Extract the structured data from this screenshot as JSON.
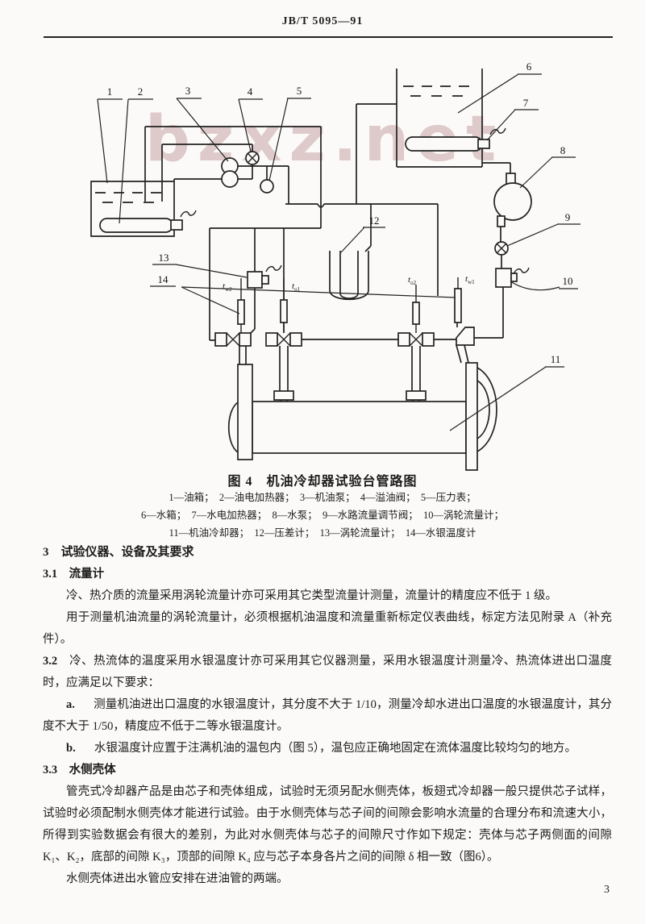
{
  "header": {
    "standard_code": "JB/T 5095—91"
  },
  "watermark": {
    "text": "bzxz.net"
  },
  "figure": {
    "caption": "图 4　机油冷却器试验台管路图",
    "legend_lines": [
      "1—油箱；　2—油电加热器；　3—机油泵；　4—溢油阀；　5—压力表；",
      "6—水箱；　7—水电加热器；　8—水泵；　9—水路流量调节阀；　10—涡轮流量计；",
      "11—机油冷却器；　12—压差计；　13—涡轮流量计；　14—水银温度计"
    ],
    "callouts": [
      "1",
      "2",
      "3",
      "4",
      "5",
      "6",
      "7",
      "8",
      "9",
      "10",
      "11",
      "12",
      "13",
      "14"
    ],
    "sensors": [
      {
        "symbol": "t",
        "sub": "w2"
      },
      {
        "symbol": "t",
        "sub": "o1"
      },
      {
        "symbol": "t",
        "sub": "o2"
      },
      {
        "symbol": "t",
        "sub": "w1"
      }
    ]
  },
  "sections": {
    "s3": {
      "number": "3",
      "title": "试验仪器、设备及其要求"
    },
    "s31": {
      "number": "3.1",
      "title": "流量计",
      "p1": "冷、热介质的流量采用涡轮流量计亦可采用其它类型流量计测量，流量计的精度应不低于 1 级。",
      "p2": "用于测量机油流量的涡轮流量计，必须根据机油温度和流量重新标定仪表曲线，标定方法见附录 A（补充件）。"
    },
    "s32": {
      "number": "3.2",
      "text": "冷、热流体的温度采用水银温度计亦可采用其它仪器测量，采用水银温度计测量冷、热流体进出口温度时，应满足以下要求：",
      "item_a_label": "a.",
      "item_a": "测量机油进出口温度的水银温度计，其分度不大于 1/10，测量冷却水进出口温度的水银温度计，其分度不大于 1/50，精度应不低于二等水银温度计。",
      "item_b_label": "b.",
      "item_b": "水银温度计应置于注满机油的温包内（图 5），温包应正确地固定在流体温度比较均匀的地方。"
    },
    "s33": {
      "number": "3.3",
      "title": "水侧壳体",
      "p1": "管壳式冷却器产品是由芯子和壳体组成，试验时无须另配水侧壳体，板翅式冷却器一般只提供芯子试样，试验时必须配制水侧壳体才能进行试验。由于水侧壳体与芯子间的间隙会影响水流量的合理分布和流速大小，所得到实验数据会有很大的差别，为此对水侧壳体与芯子的间隙尺寸作如下规定：壳体与芯子两侧面的间隙 K₁、K₂，底部的间隙 K₃，顶部的间隙 K₄ 应与芯子本身各片之间的间隙 δ 相一致（图6）。",
      "p2": "水侧壳体进出水管应安排在进油管的两端。"
    }
  },
  "page_number": "3"
}
